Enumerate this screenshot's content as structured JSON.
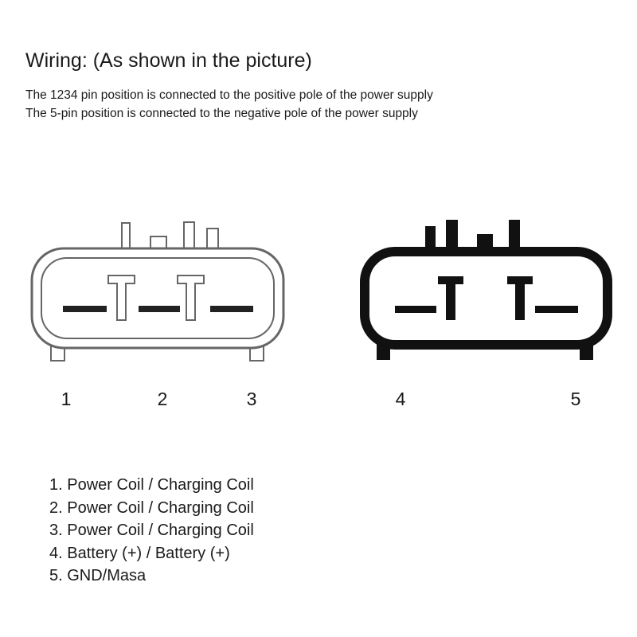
{
  "header": {
    "title": "Wiring: (As shown in the picture)",
    "notes": [
      "The 1234 pin position is connected to the positive pole of the power supply",
      "The 5-pin position is connected to the negative pole of the power supply"
    ]
  },
  "pin_labels": {
    "left": [
      "1",
      "2",
      "3"
    ],
    "right": [
      "4",
      "5"
    ]
  },
  "legend": [
    "1. Power Coil / Charging Coil",
    "2. Power Coil / Charging Coil",
    "3. Power Coil / Charging Coil",
    "4. Battery (+) / Battery (+)",
    "5. GND/Masa"
  ],
  "colors": {
    "outline_light": "#666666",
    "outline_dark": "#111111",
    "text": "#1a1a1a"
  }
}
